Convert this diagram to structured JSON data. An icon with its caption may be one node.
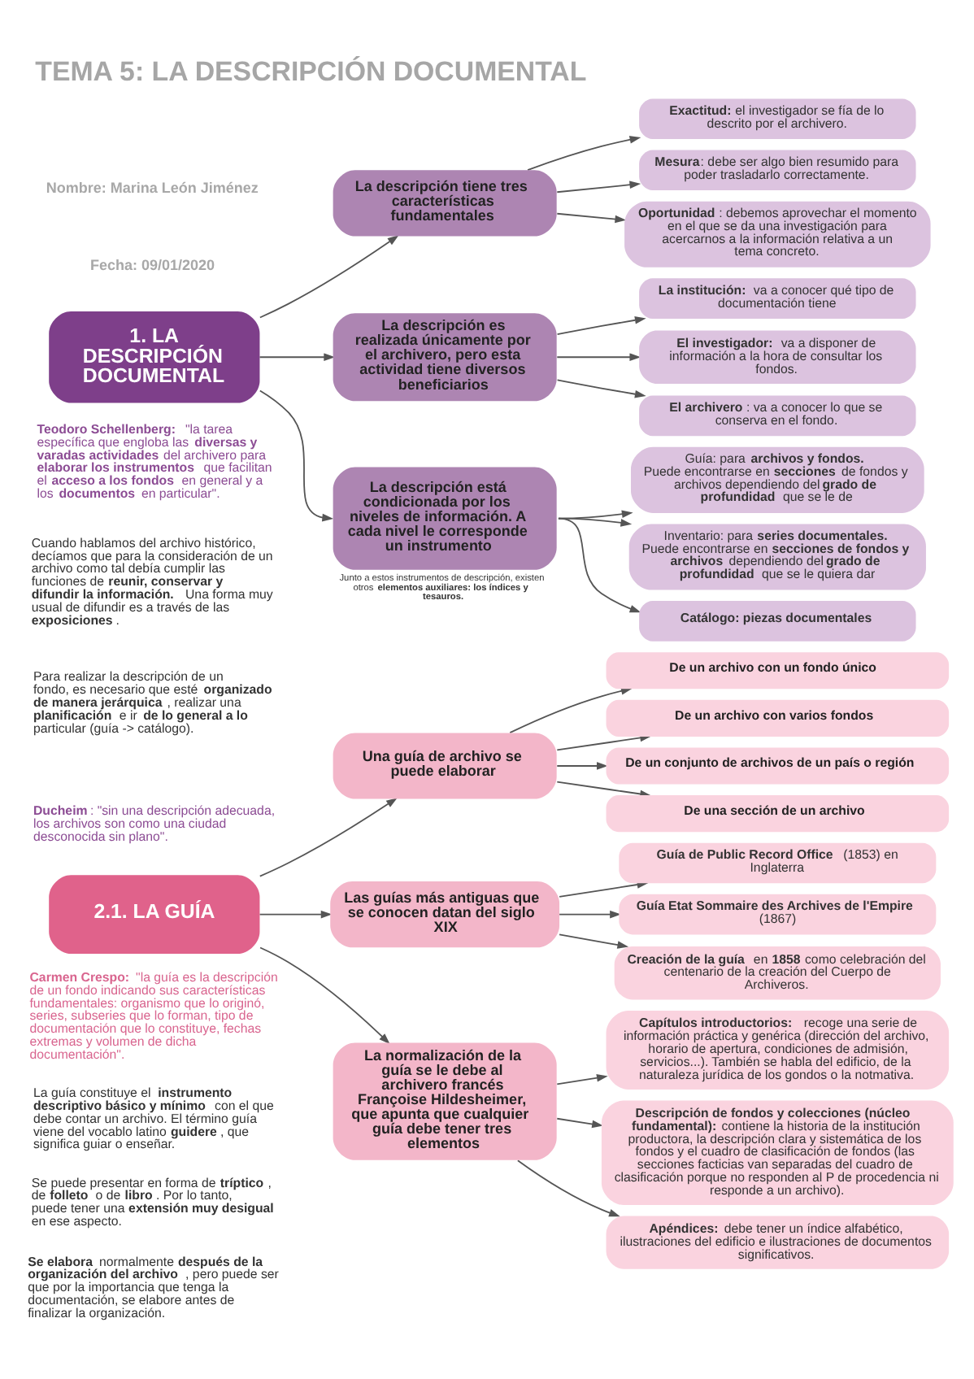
{
  "diagram": {
    "title": "TEMA 5: LA DESCRIPCIÓN DOCUMENTAL",
    "nodes": [
      {
        "text": [
          "1. LA DESCRIPCIÓN DOCUMENTAL"
        ]
      },
      {
        "text": [
          "La descripción tiene tres características fundamentales"
        ]
      },
      {
        "text": [
          "**Exactitud:** el investigador se fía de lo descrito por el archivero."
        ]
      },
      {
        "text": [
          "**Mesura**: debe ser algo bien resumido para poder trasladarlo correctamente."
        ]
      },
      {
        "text": [
          "**Oportunidad**: debemos aprovechar el momento en el que se da una investigación para acercarnos a la información relativa a un tema concreto."
        ]
      },
      {
        "text": [
          "La descripción es realizada únicamente por el archivero, pero esta actividad tiene diversos beneficiarios"
        ]
      },
      {
        "text": [
          "**La institución:** va a conocer qué tipo de documentación tiene"
        ]
      },
      {
        "text": [
          "**El investigador:** va a disponer de información a la hora de consultar los fondos."
        ]
      },
      {
        "text": [
          "**El archivero**: va a conocer lo que se conserva en el fondo."
        ]
      },
      {
        "text": [
          "La descripción está condicionada por los niveles de información. A cada nivel le corresponde un instrumento"
        ],
        "beside": [
          "Junto a estos instrumentos de descripción, existen otros **elementos auxiliares: los índices y tesauros.**"
        ]
      },
      {
        "text": [
          "Guía: para **archivos y fondos.**",
          "Puede encontrarse en **secciones** de fondos y archivos dependiendo del **grado de profundidad** que se le de"
        ]
      },
      {
        "text": [
          "Inventario: para **series documentales.**",
          "Puede encontrarse en **secciones de fondos y archivos** dependiendo del **grado de profundidad** que se le quiera dar"
        ]
      },
      {
        "text": [
          "Catálogo: piezas documentales"
        ]
      },
      {
        "text": [
          "2.1. LA GUÍA"
        ]
      },
      {
        "text": [
          "Una guía de archivo se puede elaborar"
        ]
      },
      {
        "text": [
          "De un archivo con un fondo único"
        ]
      },
      {
        "text": [
          "De un archivo con varios fondos"
        ]
      },
      {
        "text": [
          "De un conjunto de archivos de un país o región"
        ]
      },
      {
        "text": [
          "De una sección de un archivo"
        ]
      },
      {
        "text": [
          "Las guías más antiguas que se conocen datan del siglo XIX"
        ]
      },
      {
        "text": [
          "**Guía de Public Record Office** (1853) en Inglaterra"
        ]
      },
      {
        "text": [
          "**Guía Etat Sommaire des Archives de l'Empire** (1867)"
        ]
      },
      {
        "text": [
          "**Creación de la guía** en **1858** como celebración del centenario de la creación del Cuerpo de Archiveros."
        ]
      },
      {
        "text": [
          "La normalización de la guía se le debe al archivero francés Françoise Hildesheimer, que apunta que cualquier guía debe tener tres elementos"
        ]
      },
      {
        "text": [
          "**Capítulos introductorios:** recoge una serie de información práctica y genérica (dirección del archivo, horario de apertura, condiciones de admisión, servicios...). También se habla del edificio, de la naturaleza jurídica de los gondos o la notmativa."
        ]
      },
      {
        "text": [
          "**Descripción de fondos y colecciones (núcleo fundamental):** contiene la historia de la institución productora, la descripción clara y sistemática de los fondos y el cuadro de clasificación de fondos (las secciones facticias van separadas del cuadro de clasificación porque no responden al P de procedencia ni responde a un archivo)."
        ]
      },
      {
        "text": [
          "**Apéndices:** debe tener un índice alfabético, ilustraciones del edificio e ilustraciones de documentos significativos."
        ]
      }
    ],
    "edges": [
      {
        "from": 0,
        "to": 1,
        "arrow": "to"
      },
      {
        "from": 0,
        "to": 5,
        "arrow": "to"
      },
      {
        "from": 0,
        "to": 9,
        "arrow": "to"
      },
      {
        "from": 1,
        "to": 2,
        "arrow": "to"
      },
      {
        "from": 1,
        "to": 3,
        "arrow": "to"
      },
      {
        "from": 1,
        "to": 4,
        "arrow": "to"
      },
      {
        "from": 5,
        "to": 6,
        "arrow": "to"
      },
      {
        "from": 5,
        "to": 7,
        "arrow": "to"
      },
      {
        "from": 5,
        "to": 8,
        "arrow": "to"
      },
      {
        "from": 9,
        "to": 10,
        "arrow": "to"
      },
      {
        "from": 9,
        "to": 11,
        "arrow": "to"
      },
      {
        "from": 9,
        "to": 12,
        "arrow": "to"
      },
      {
        "from": 13,
        "to": 14,
        "arrow": "to"
      },
      {
        "from": 13,
        "to": 19,
        "arrow": "to"
      },
      {
        "from": 13,
        "to": 23,
        "arrow": "to"
      },
      {
        "from": 14,
        "to": 15,
        "arrow": "to"
      },
      {
        "from": 14,
        "to": 16,
        "arrow": "to"
      },
      {
        "from": 14,
        "to": 17,
        "arrow": "to"
      },
      {
        "from": 14,
        "to": 18,
        "arrow": "to"
      },
      {
        "from": 19,
        "to": 20,
        "arrow": "to"
      },
      {
        "from": 19,
        "to": 21,
        "arrow": "to"
      },
      {
        "from": 19,
        "to": 22,
        "arrow": "to"
      },
      {
        "from": 23,
        "to": 24,
        "arrow": "to"
      },
      {
        "from": 23,
        "to": 25,
        "arrow": "to"
      },
      {
        "from": 23,
        "to": 26,
        "arrow": "to"
      }
    ],
    "labels": [
      "Nombre: Marina León Jiménez",
      "Fecha: 09/01/2020",
      "**Teodoro Schellenberg:** \"la tarea específica que engloba las **diversas y varadas actividades** del archivero para **elaborar los instrumentos** que facilitan el **acceso a los fondos** en general y a los **documentos** en particular\".",
      "Cuando hablamos del archivo histórico, decíamos que para la consideración de un archivo como tal debía cumplir las funciones de **reunir, conservar y difundir la información.** Una forma muy usual de difundir es a través de las **exposiciones**.",
      "Para realizar la descripción de un fondo, es necesario que esté **organizado de manera jerárquica**, realizar una **planificación** e ir **de lo general a lo** particular (guía -> catálogo).",
      "**Ducheim**: \"sin una descripción adecuada, los archivos son como una ciudad desconocida sin plano\".",
      "**Carmen Crespo:** \"la guía es la descripción de un fondo indicando sus características fundamentales: organismo que lo originó, series, subseries que lo forman, tipo de documentación que lo constituye, fechas extremas y volumen de dicha documentación\".",
      "La guía constituye el **instrumento descriptivo básico y mínimo** con el que debe contar un archivo. El término guía viene del vocablo latino **guidere**, que significa guiar o enseñar.",
      "Se puede presentar en forma de **tríptico**, de **folleto** o de **libro**. Por lo tanto, puede tener una **extensión muy desigual** en ese aspecto.",
      "**Se elabora** normalmente **después de la organización del archivo**, pero puede ser que por la importancia que tenga la documentación, se elabore antes de finalizar la organización."
    ]
  }
}
